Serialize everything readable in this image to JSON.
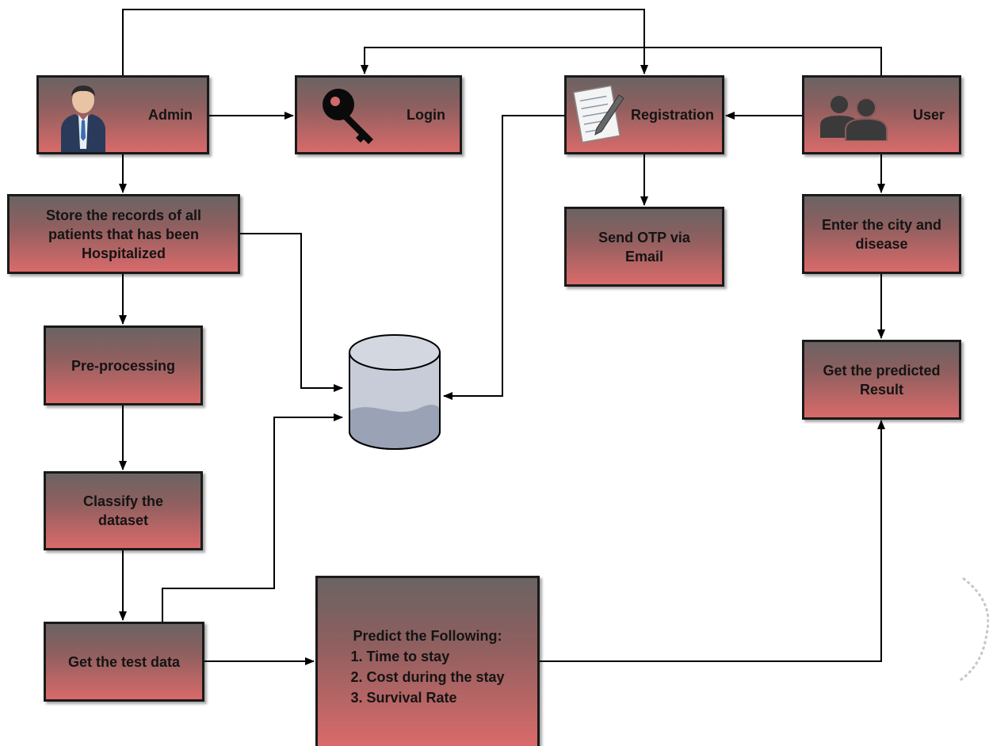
{
  "nodes": {
    "admin": "Admin",
    "login": "Login",
    "registration": "Registration",
    "user": "User",
    "store": "Store the records of all patients that has been Hospitalized",
    "otp": "Send OTP via Email",
    "city": "Enter the city and disease",
    "preprocess": "Pre-processing",
    "result": "Get the predicted Result",
    "classify": "Classify the dataset",
    "testdata": "Get the test data"
  },
  "predict": {
    "title": "Predict the Following:",
    "items": [
      "1. Time to stay",
      "2. Cost during the stay",
      "3. Survival Rate"
    ]
  },
  "icons": {
    "admin": "admin-person-icon",
    "login": "key-icon",
    "registration": "form-pen-icon",
    "user": "users-group-icon",
    "database": "database-cylinder-icon"
  },
  "colors": {
    "box_top": "#6b6363",
    "box_bottom": "#d96a6a",
    "border": "#1a1a1a",
    "database": "#c7ccd8"
  }
}
